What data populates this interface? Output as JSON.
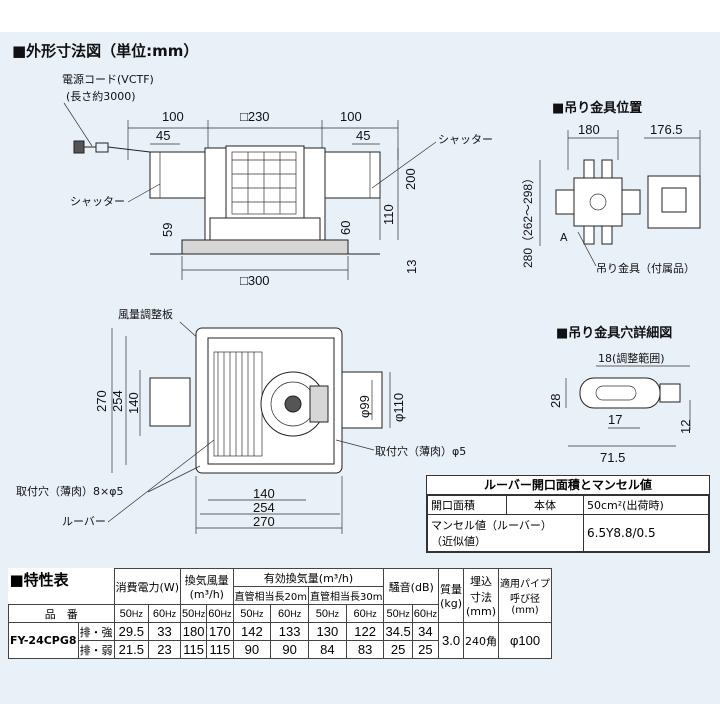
{
  "titles": {
    "outer": "■外形寸法図（単位:mm）",
    "hanger_pos": "■吊り金具位置",
    "hanger_hole": "■吊り金具穴詳細図",
    "spec": "■特性表"
  },
  "labels": {
    "cord": "電源コード(VCTF)",
    "cord_len": "(長さ約3000)",
    "shutter_left": "シャッター",
    "shutter_right": "シャッター",
    "damper": "風量調整板",
    "mount_hole": "取付穴（薄肉）φ5",
    "mount_holes": "取付穴（薄肉）8×φ5",
    "louver": "ルーバー",
    "hanger_part": "吊り金具（付属品）",
    "adjust": "18(調整範囲)",
    "point_a": "A"
  },
  "dims": {
    "top": [
      "100",
      "□230",
      "100",
      "45",
      "45"
    ],
    "front": [
      "200",
      "110",
      "60",
      "59",
      "13",
      "□300"
    ],
    "plan_left": [
      "270",
      "254",
      "140"
    ],
    "plan_duct": [
      "φ99",
      "φ110"
    ],
    "plan_bottom": [
      "140",
      "254",
      "270"
    ],
    "hanger": [
      "180",
      "176.5",
      "280（262～298）"
    ],
    "hole": [
      "28",
      "17",
      "12",
      "71.5"
    ]
  },
  "louver_table": {
    "title": "ルーバー開口面積とマンセル値",
    "headers": [
      "開口面積",
      "本体",
      "50cm²(出荷時)"
    ],
    "row_label": "マンセル値（ルーバー）\n（近似値）",
    "row_value": "6.5Y8.8/0.5"
  },
  "spec": {
    "group_headers": [
      "消費電力(W)",
      "換気風量\n(m³/h)",
      "有効換気量(m³/h)",
      "騒音(dB)",
      "質量\n(kg)",
      "埋込\n寸法\n(mm)",
      "適用パイプ\n呼び径\n(mm)"
    ],
    "sub_headers": [
      "直管相当長20m",
      "直管相当長30m"
    ],
    "hz50": "50",
    "hz60": "60",
    "hz_unit": "Hz",
    "product_label": "品　番",
    "model": "FY-24CPG8",
    "rows": [
      {
        "mode": "排・強",
        "values": [
          "29.5",
          "33",
          "180",
          "170",
          "142",
          "133",
          "130",
          "122",
          "34.5",
          "34"
        ]
      },
      {
        "mode": "排・弱",
        "values": [
          "21.5",
          "23",
          "115",
          "115",
          "90",
          "90",
          "84",
          "83",
          "25",
          "25"
        ]
      }
    ],
    "mass": "3.0",
    "embed": "240角",
    "pipe": "φ100"
  }
}
